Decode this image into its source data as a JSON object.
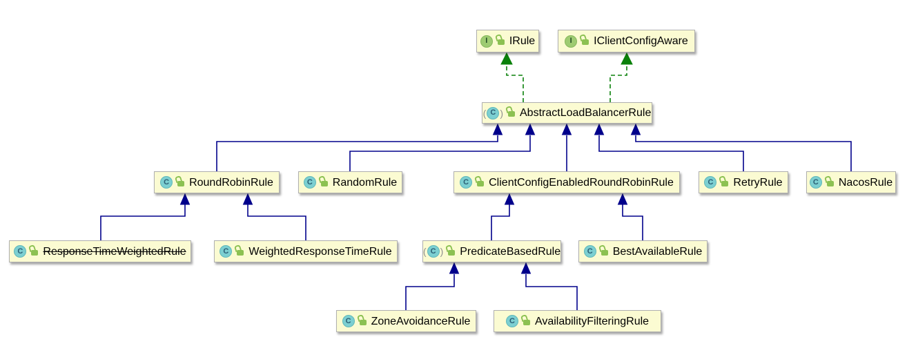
{
  "diagram": {
    "kind": "uml-class-hierarchy",
    "colors": {
      "node_fill": "#FBFBD2",
      "node_border": "#AFAFAF",
      "extends_arrow": "#00008B",
      "implements_arrow": "#0A800A",
      "class_icon_bg": "#7CCFD1",
      "interface_icon_bg": "#9ECB72",
      "lock_icon": "#8CC152",
      "background": "#FFFFFF"
    },
    "nodes": [
      {
        "id": "IRule",
        "label": "IRule",
        "kind": "interface",
        "icon_letter": "I",
        "deprecated": false
      },
      {
        "id": "IClientConfigAware",
        "label": "IClientConfigAware",
        "kind": "interface",
        "icon_letter": "I",
        "deprecated": false
      },
      {
        "id": "AbstractLoadBalancerRule",
        "label": "AbstractLoadBalancerRule",
        "kind": "abstract-class",
        "icon_letter": "C",
        "deprecated": false
      },
      {
        "id": "RoundRobinRule",
        "label": "RoundRobinRule",
        "kind": "class",
        "icon_letter": "C",
        "deprecated": false
      },
      {
        "id": "RandomRule",
        "label": "RandomRule",
        "kind": "class",
        "icon_letter": "C",
        "deprecated": false
      },
      {
        "id": "ClientConfigEnabledRoundRobinRule",
        "label": "ClientConfigEnabledRoundRobinRule",
        "kind": "class",
        "icon_letter": "C",
        "deprecated": false
      },
      {
        "id": "RetryRule",
        "label": "RetryRule",
        "kind": "class",
        "icon_letter": "C",
        "deprecated": false
      },
      {
        "id": "NacosRule",
        "label": "NacosRule",
        "kind": "class",
        "icon_letter": "C",
        "deprecated": false
      },
      {
        "id": "ResponseTimeWeightedRule",
        "label": "ResponseTimeWeightedRule",
        "kind": "class",
        "icon_letter": "C",
        "deprecated": true
      },
      {
        "id": "WeightedResponseTimeRule",
        "label": "WeightedResponseTimeRule",
        "kind": "class",
        "icon_letter": "C",
        "deprecated": false
      },
      {
        "id": "PredicateBasedRule",
        "label": "PredicateBasedRule",
        "kind": "abstract-class",
        "icon_letter": "C",
        "deprecated": false
      },
      {
        "id": "BestAvailableRule",
        "label": "BestAvailableRule",
        "kind": "class",
        "icon_letter": "C",
        "deprecated": false
      },
      {
        "id": "ZoneAvoidanceRule",
        "label": "ZoneAvoidanceRule",
        "kind": "class",
        "icon_letter": "C",
        "deprecated": false
      },
      {
        "id": "AvailabilityFilteringRule",
        "label": "AvailabilityFilteringRule",
        "kind": "class",
        "icon_letter": "C",
        "deprecated": false
      }
    ],
    "edges": [
      {
        "from": "AbstractLoadBalancerRule",
        "to": "IRule",
        "type": "implements"
      },
      {
        "from": "AbstractLoadBalancerRule",
        "to": "IClientConfigAware",
        "type": "implements"
      },
      {
        "from": "RoundRobinRule",
        "to": "AbstractLoadBalancerRule",
        "type": "extends"
      },
      {
        "from": "RandomRule",
        "to": "AbstractLoadBalancerRule",
        "type": "extends"
      },
      {
        "from": "ClientConfigEnabledRoundRobinRule",
        "to": "AbstractLoadBalancerRule",
        "type": "extends"
      },
      {
        "from": "RetryRule",
        "to": "AbstractLoadBalancerRule",
        "type": "extends"
      },
      {
        "from": "NacosRule",
        "to": "AbstractLoadBalancerRule",
        "type": "extends"
      },
      {
        "from": "ResponseTimeWeightedRule",
        "to": "RoundRobinRule",
        "type": "extends"
      },
      {
        "from": "WeightedResponseTimeRule",
        "to": "RoundRobinRule",
        "type": "extends"
      },
      {
        "from": "PredicateBasedRule",
        "to": "ClientConfigEnabledRoundRobinRule",
        "type": "extends"
      },
      {
        "from": "BestAvailableRule",
        "to": "ClientConfigEnabledRoundRobinRule",
        "type": "extends"
      },
      {
        "from": "ZoneAvoidanceRule",
        "to": "PredicateBasedRule",
        "type": "extends"
      },
      {
        "from": "AvailabilityFilteringRule",
        "to": "PredicateBasedRule",
        "type": "extends"
      }
    ]
  }
}
